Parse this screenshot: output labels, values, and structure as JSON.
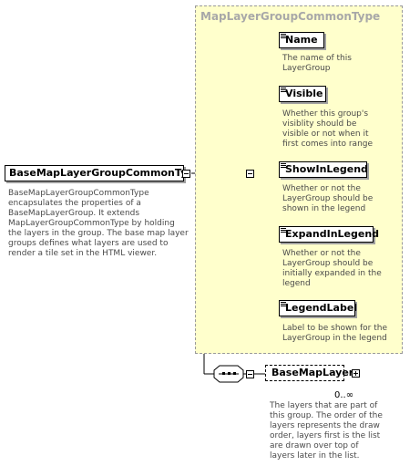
{
  "root": {
    "name": "BaseMapLayerGroupCommonTy...",
    "description": "BaseMapLayerGroupCommonType encapsulates the properties of a BaseMapLayerGroup. It extends MapLayerGroupCommonType by holding the layers in the group.  The base map layer groups defines what layers are used to render a tile set in the HTML viewer."
  },
  "group": {
    "title": "MapLayerGroupCommonType",
    "elements": [
      {
        "name": "Name",
        "description": "The name of this LayerGroup"
      },
      {
        "name": "Visible",
        "description": "Whether this group's visiblity should be visible or not when it first comes into range"
      },
      {
        "name": "ShowInLegend",
        "description": "Whether or not the LayerGroup should be shown in the legend"
      },
      {
        "name": "ExpandInLegend",
        "description": "Whether or not the LayerGroup should be initially expanded in the legend"
      },
      {
        "name": "LegendLabel",
        "description": "Label to be shown for the LayerGroup in the legend"
      }
    ]
  },
  "child": {
    "name": "BaseMapLayer",
    "cardinality": "0..∞",
    "description": "The layers that are part of this group. The order of the layers represents the draw order, layers first is the list are drawn over top of layers later in the list."
  }
}
